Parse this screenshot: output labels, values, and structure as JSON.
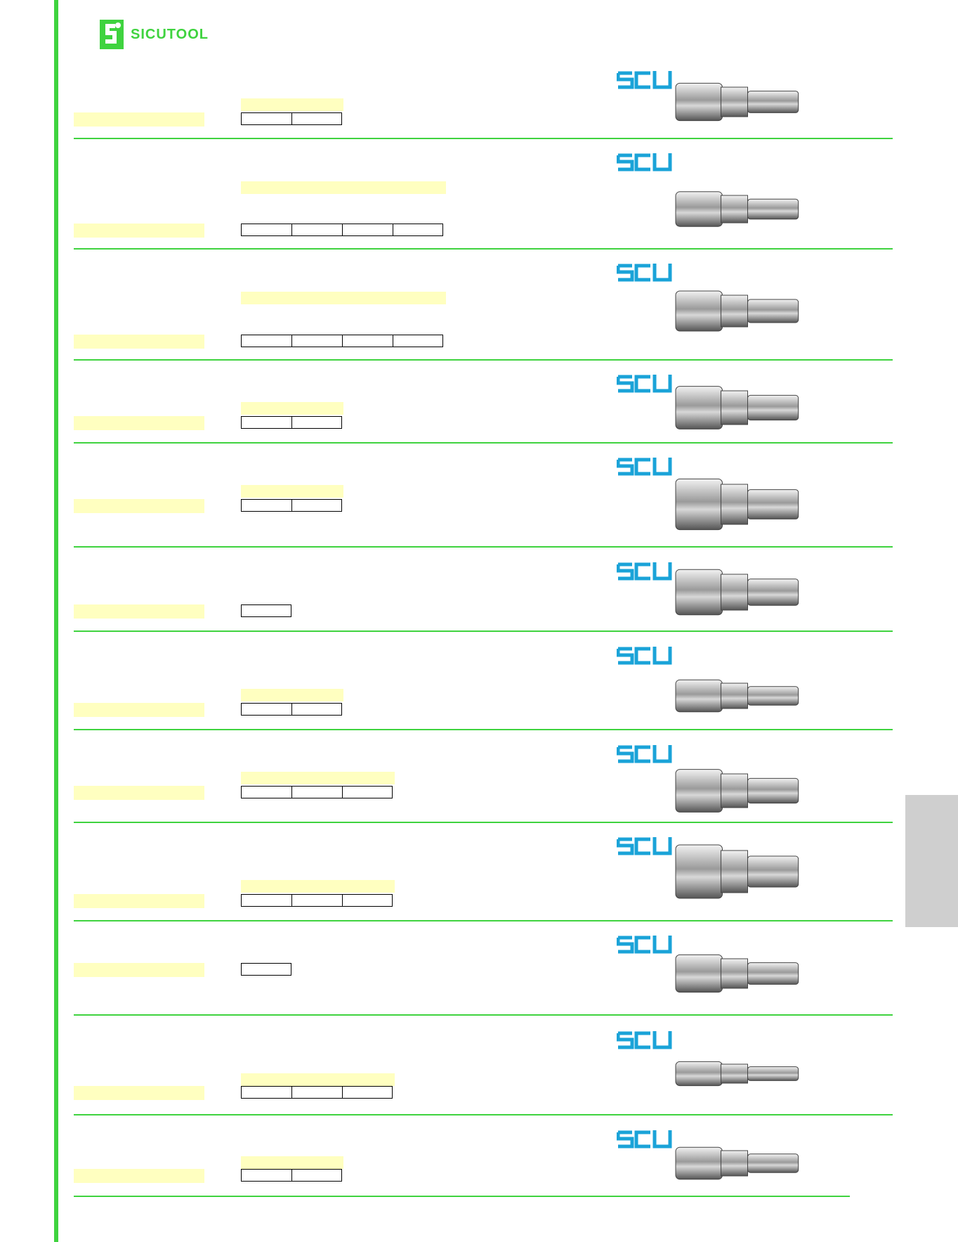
{
  "brand": {
    "name": "SICUTOOL",
    "accent": "#3fd33f",
    "label_fill": "#ffffc0",
    "scu_blue": "#1aa3d8"
  },
  "scu_logo_text": "SCU",
  "rows": [
    {
      "icon": "quick-coupling-plug-nut-icon",
      "cells": 2,
      "header_cols": 2
    },
    {
      "icon": "hose-tail-male-thread-icon",
      "cells": 4,
      "header_cols": 4
    },
    {
      "icon": "hose-tail-female-thread-icon",
      "cells": 4,
      "header_cols": 4
    },
    {
      "icon": "coupler-male-thread-icon",
      "cells": 2,
      "header_cols": 2
    },
    {
      "icon": "coupler-female-thread-icon",
      "cells": 2,
      "header_cols": 2
    },
    {
      "icon": "coupler-with-plug-icon",
      "cells": 1,
      "header_cols": 0
    },
    {
      "icon": "plug-hose-sleeve-icon",
      "cells": 2,
      "header_cols": 2
    },
    {
      "icon": "plug-male-thread-icon",
      "cells": 3,
      "header_cols": 3
    },
    {
      "icon": "plug-female-thread-icon",
      "cells": 3,
      "header_cols": 3
    },
    {
      "icon": "plug-push-on-icon",
      "cells": 1,
      "header_cols": 0
    },
    {
      "icon": "plug-hose-barb-icon",
      "cells": 3,
      "header_cols": 3
    },
    {
      "icon": "coupler-hose-sleeve-icon",
      "cells": 2,
      "header_cols": 2
    }
  ]
}
